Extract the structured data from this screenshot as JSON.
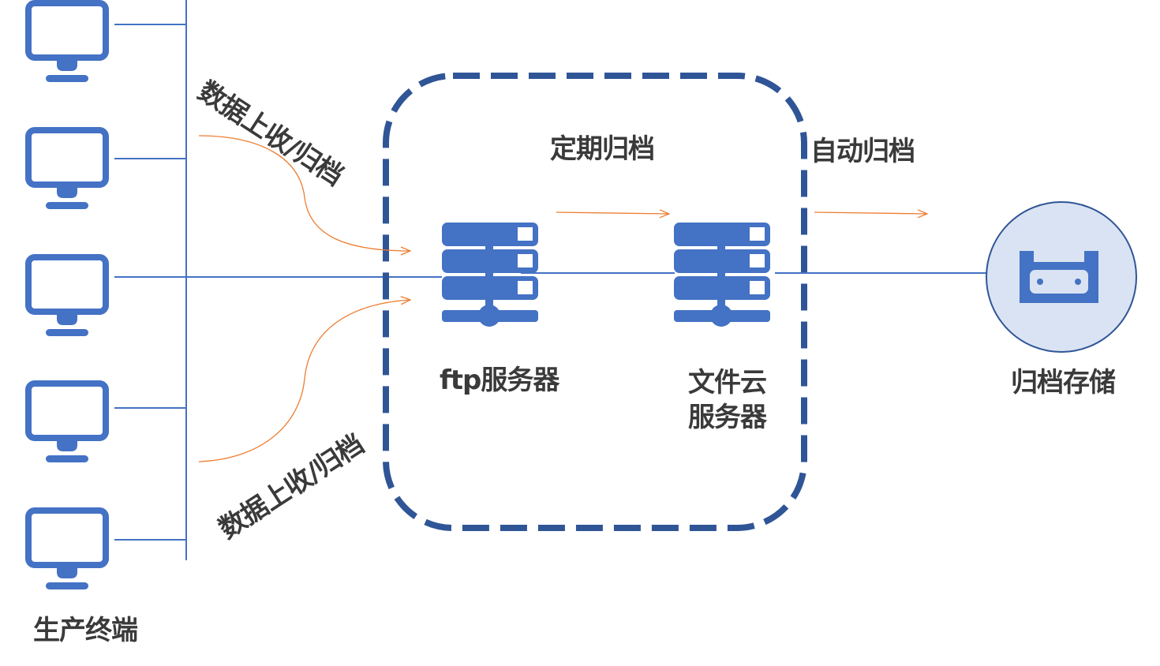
{
  "diagram": {
    "colors": {
      "icon_blue": "#4472c4",
      "dash_blue": "#2f5597",
      "arrow_orange": "#ed7d31",
      "storage_fill": "#dae3f3",
      "text": "#3a3a3a"
    },
    "terminals": {
      "label": "生产终端",
      "count": 5,
      "icon": "monitor-icon"
    },
    "flows": {
      "upload_top": "数据上收/归档",
      "upload_bottom": "数据上收/归档",
      "periodic": "定期归档",
      "automatic": "自动归档"
    },
    "nodes": {
      "ftp_server": {
        "label": "ftp服务器",
        "icon": "server-icon"
      },
      "file_cloud_server": {
        "label_line1": "文件云",
        "label_line2": "服务器",
        "icon": "server-icon"
      },
      "archive_storage": {
        "label": "归档存储",
        "icon": "tape-cassette-icon"
      }
    }
  }
}
